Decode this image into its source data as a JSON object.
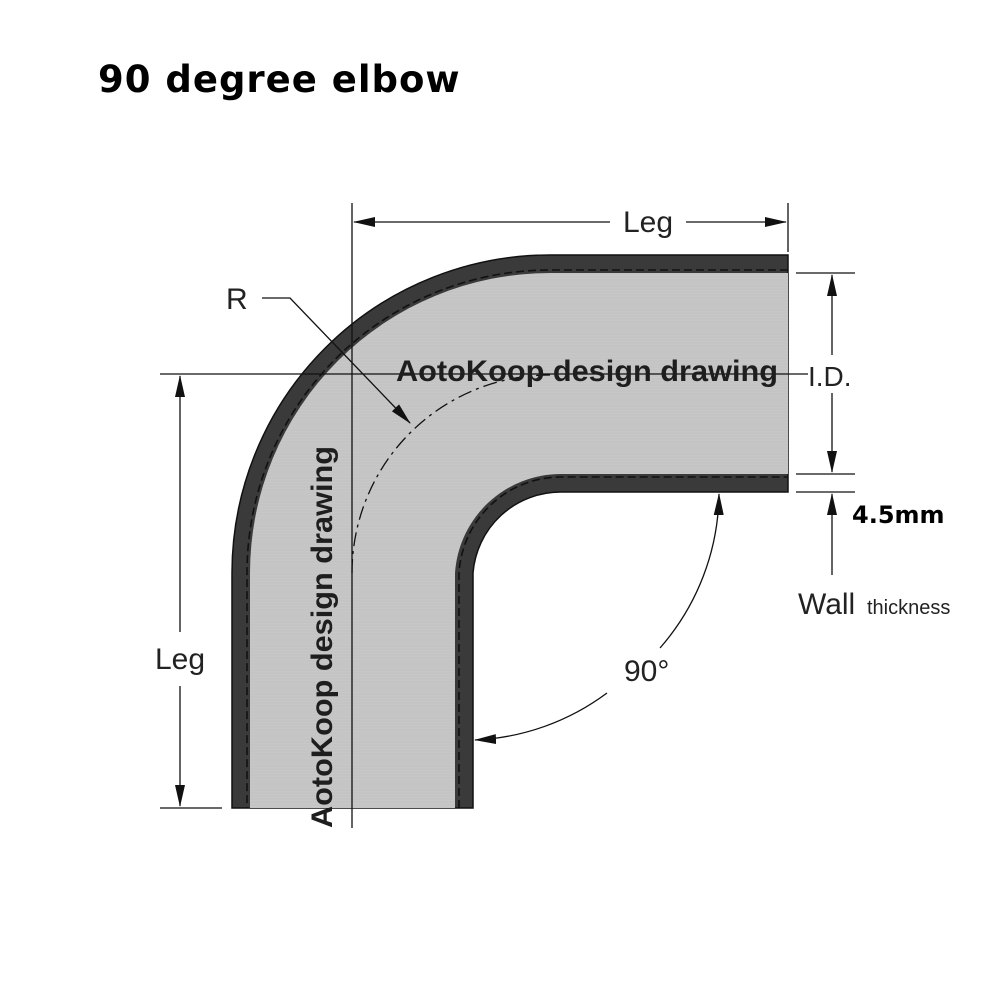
{
  "title": "90 degree elbow",
  "labels": {
    "leg_top": "Leg",
    "leg_left": "Leg",
    "radius": "R",
    "inner_diameter": "I.D.",
    "wall_value": "4.5mm",
    "wall_word": "Wall",
    "wall_word_small": "thickness",
    "angle": "90°"
  },
  "watermark": {
    "horizontal": "AotoKoop design drawing",
    "vertical": "AotoKoop design drawing"
  },
  "colors": {
    "wall": "#3a3a3a",
    "pipe_fill": "#c6c6c6",
    "line": "#111111"
  }
}
